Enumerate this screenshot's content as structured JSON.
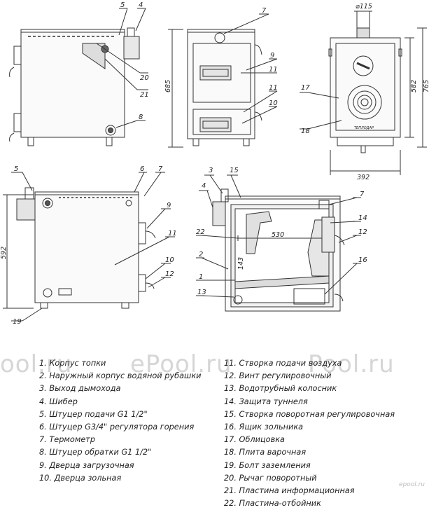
{
  "callouts": {
    "v1": [
      "5",
      "4",
      "20",
      "21",
      "8"
    ],
    "v2": [
      "7",
      "9",
      "11",
      "11",
      "10"
    ],
    "v3": [
      "17",
      "18"
    ],
    "v4": [
      "5",
      "6",
      "7",
      "9",
      "11",
      "10",
      "12",
      "19"
    ],
    "v5": [
      "3",
      "15",
      "4",
      "7",
      "14",
      "12",
      "22",
      "2",
      "16",
      "1",
      "13"
    ]
  },
  "dimensions": {
    "height_total": "685",
    "depth_outer": "765",
    "depth_inner": "582",
    "width": "392",
    "flue_diameter": "⌀115",
    "side_height": "592",
    "inner_depth": "530",
    "inner_height": "143"
  },
  "plate_text": "ТЕПЛОДАР",
  "legend_left": [
    "1. Корпус топки",
    "2. Наружный корпус водяной рубашки",
    "3. Выход дымохода",
    "4. Шибер",
    "5. Штуцер подачи G1 1/2\"",
    "6. Штуцер G3/4\" регулятора горения",
    "7. Термометр",
    "8. Штуцер обратки G1 1/2\"",
    "9. Дверца загрузочная",
    "10. Дверца зольная"
  ],
  "legend_right": [
    "11. Створка подачи воздуха",
    "12. Винт регулировочный",
    "13. Водотрубный колосник",
    "14. Защита туннеля",
    "15. Створка поворотная регулировочная",
    "16. Ящик зольника",
    "17. Облицовка",
    "18. Плита варочная",
    "19. Болт заземления",
    "20. Рычаг поворотный",
    "21. Пластина информационная",
    "22. Пластина-отбойник"
  ],
  "watermarks": [
    "ool.ru",
    "ePool.ru",
    "Pool.ru"
  ],
  "logo": "epool.ru"
}
